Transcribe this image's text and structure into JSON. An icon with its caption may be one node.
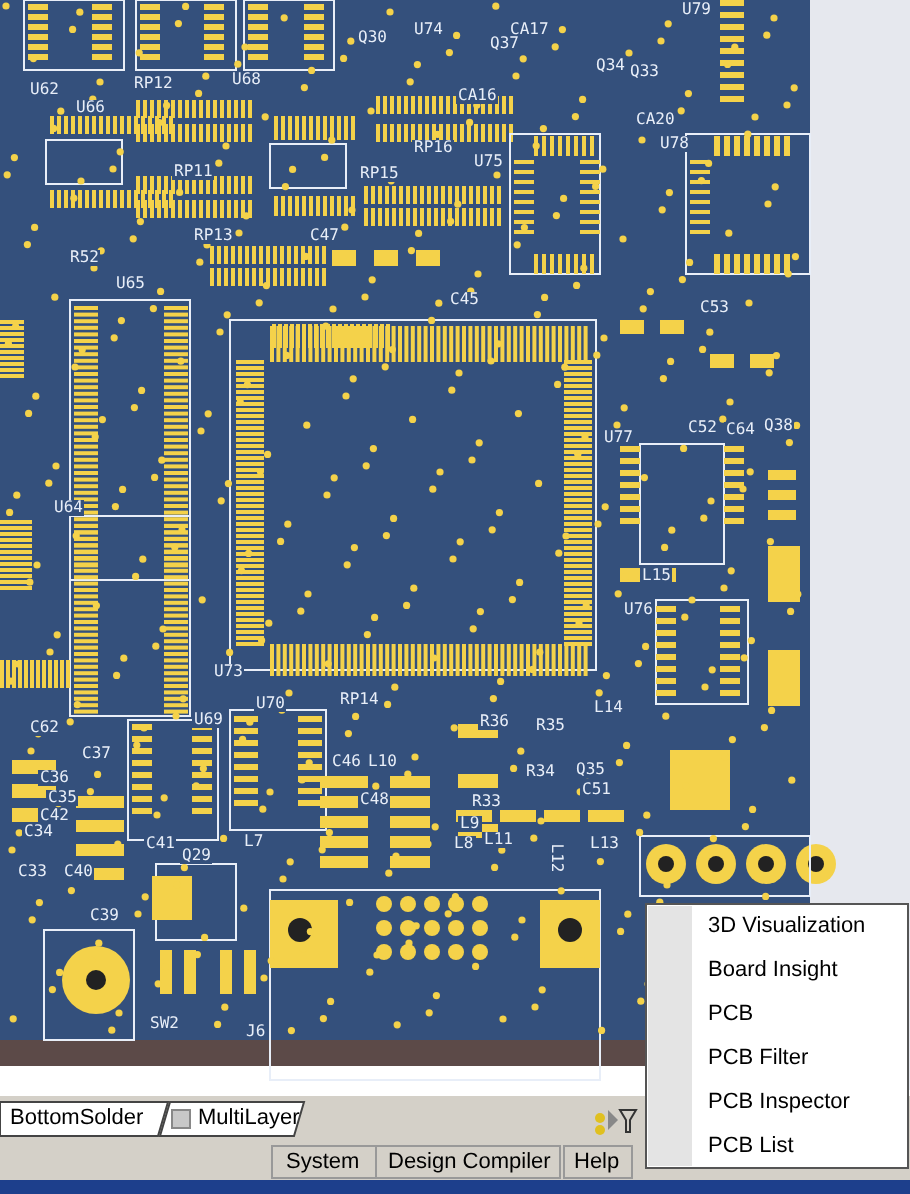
{
  "diagram": {
    "labels": [
      "U79",
      "Q30",
      "U74",
      "CA17",
      "Q37",
      "Q34",
      "Q33",
      "U62",
      "RP12",
      "U68",
      "CA16",
      "U66",
      "CA20",
      "RP16",
      "U78",
      "U75",
      "RP11",
      "RP15",
      "RP13",
      "C47",
      "R52",
      "U65",
      "C45",
      "C53",
      "C52",
      "C64",
      "Q38",
      "U77",
      "U64",
      "L15",
      "U76",
      "U73",
      "U70",
      "RP14",
      "L14",
      "U69",
      "R36",
      "C62",
      "R35",
      "C37",
      "R34",
      "Q35",
      "C36",
      "C46",
      "L10",
      "C51",
      "C35",
      "C48",
      "R33",
      "C42",
      "L9",
      "C34",
      "C41",
      "L7",
      "L8",
      "L11",
      "L12",
      "L13",
      "Q29",
      "C33",
      "C40",
      "C39",
      "SW2",
      "J6",
      "BottomSolder",
      "MultiLayer",
      "3D Visualization",
      "Board Insight",
      "PCB",
      "PCB Filter",
      "PCB Inspector",
      "PCB List",
      "System",
      "Design Compiler",
      "Help"
    ]
  }
}
